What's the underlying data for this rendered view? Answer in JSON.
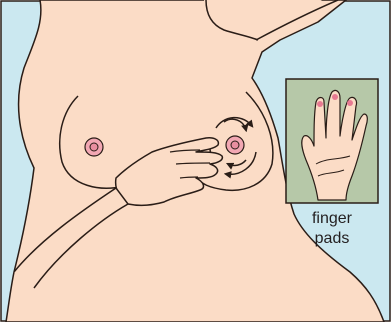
{
  "colors": {
    "background": "#cbe8f0",
    "skin": "#fbdcc6",
    "skin_shade": "#f4c1a3",
    "outline": "#2a1d17",
    "nipple": "#e88ea0",
    "finger_highlight": "#e77a92",
    "inset_background": "#b6c8a8"
  },
  "icons": [
    "torso-outline",
    "breast-left",
    "breast-right",
    "examining-hand",
    "circular-motion-arrows",
    "palm-inset"
  ],
  "inset": {
    "label_line1": "finger",
    "label_line2": "pads"
  }
}
